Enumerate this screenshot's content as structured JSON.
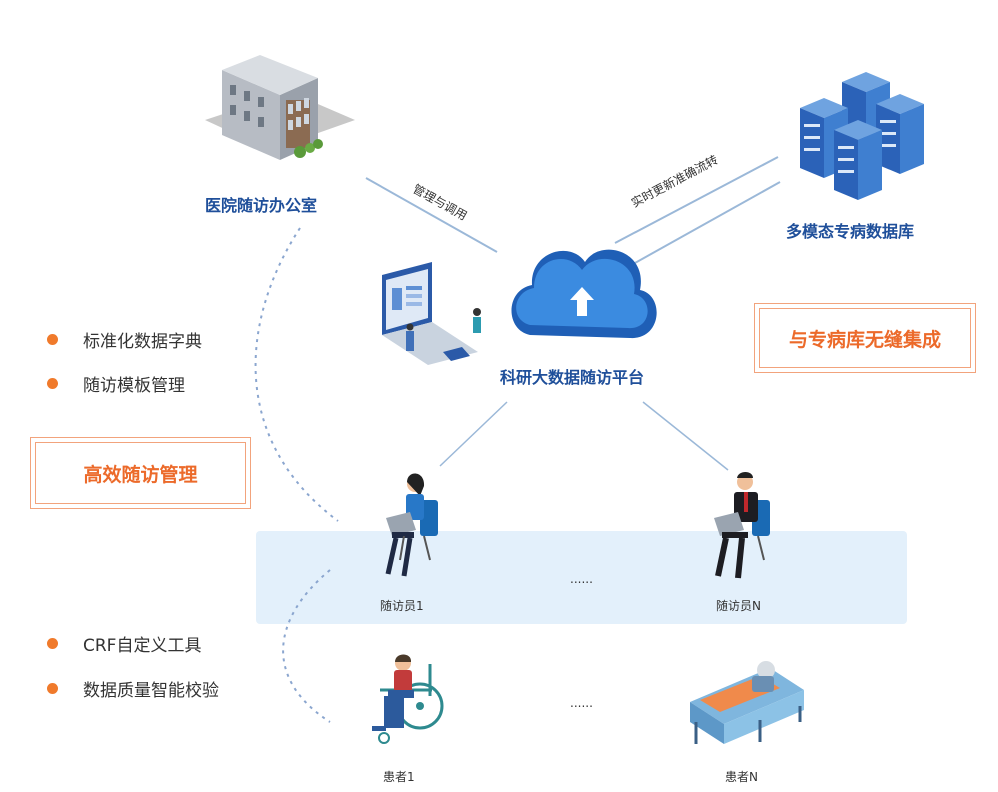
{
  "nodes": {
    "hospital": "医院随访办公室",
    "database": "多模态专病数据库",
    "platform": "科研大数据随访平台"
  },
  "edges": {
    "hospital_platform": "管理与调用",
    "database_platform": "实时更新准确流转"
  },
  "features_top": [
    "标准化数据字典",
    "随访模板管理"
  ],
  "features_bottom": [
    "CRF自定义工具",
    "数据质量智能校验"
  ],
  "boxes": {
    "efficient": "高效随访管理",
    "integration": "与专病库无缝集成"
  },
  "staff": {
    "first": "随访员1",
    "last": "随访员N",
    "ellipsis": "......"
  },
  "patients": {
    "first": "患者1",
    "last": "患者N",
    "ellipsis": "......"
  },
  "colors": {
    "accent_orange": "#ec6a2a",
    "title_blue": "#1f4f9a",
    "band_blue": "#e3f0fb"
  }
}
